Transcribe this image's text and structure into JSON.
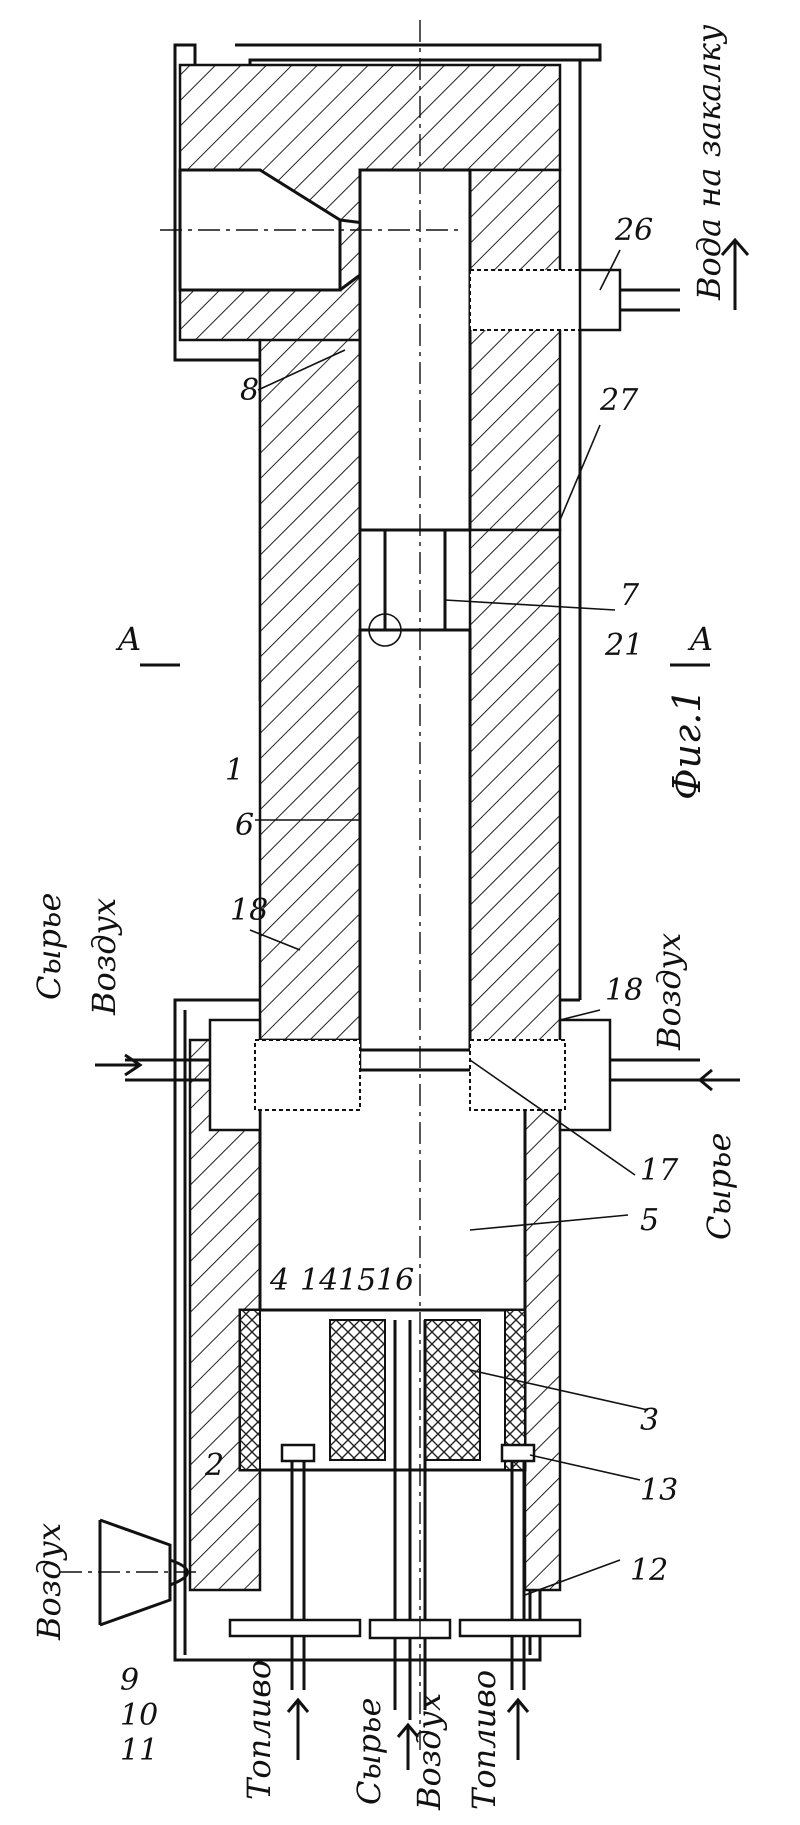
{
  "figure": {
    "caption": "Фиг.1",
    "section_marker": "A"
  },
  "callouts": {
    "c1": "1",
    "c2": "2",
    "c3": "3",
    "c4": "4",
    "c5": "5",
    "c6": "6",
    "c7": "7",
    "c8": "8",
    "c9": "9",
    "c10": "10",
    "c11": "11",
    "c12": "12",
    "c13": "13",
    "c14": "14",
    "c15": "15",
    "c16": "16",
    "c17": "17",
    "c18a": "18",
    "c18b": "18",
    "c21": "21",
    "c26": "26",
    "c27": "27"
  },
  "flow_labels": {
    "air_inlet_top": "Воздух",
    "air_left_feed": "Воздух",
    "air_right_feed": "Воздух",
    "air_bottom": "Воздух",
    "raw_left": "Сырье",
    "raw_right": "Сырье",
    "raw_bottom": "Сырье",
    "fuel_left": "Топливо",
    "fuel_right": "Топливо",
    "quench_water": "Вода на закалку"
  }
}
